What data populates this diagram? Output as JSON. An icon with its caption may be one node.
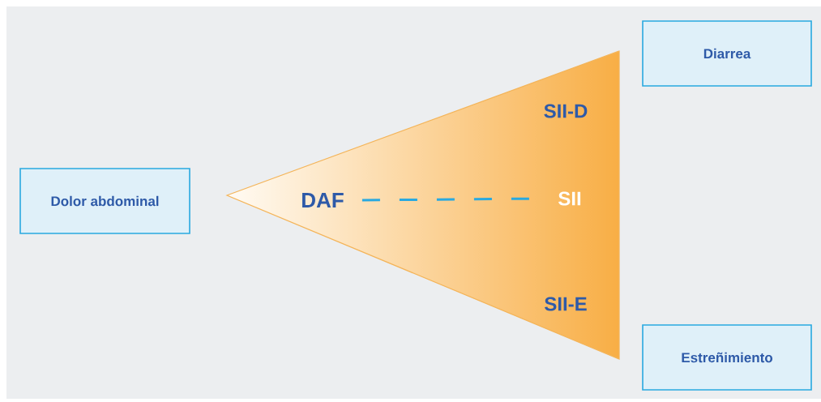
{
  "diagram": {
    "nodes": [
      {
        "text": [
          "Dolor abdominal"
        ]
      },
      {
        "text": [
          "SII-D",
          "SII-E"
        ]
      },
      {
        "text": [
          "DAF"
        ],
        "in": 1
      },
      {
        "text": [
          "SII"
        ],
        "in": 1
      },
      {
        "text": [
          "Diarrea"
        ]
      },
      {
        "text": [
          "Estreñimiento"
        ]
      }
    ],
    "edges": [
      {
        "from": 2,
        "to": 3,
        "arrow": "none",
        "style": "dashed"
      }
    ]
  }
}
